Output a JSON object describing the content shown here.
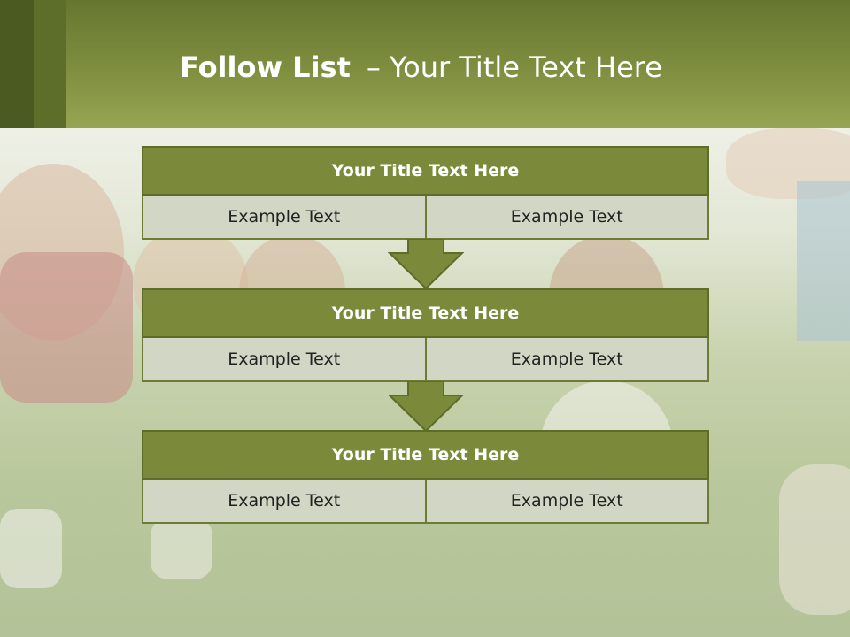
{
  "header": {
    "title_bold": "Follow List",
    "title_sep": "–",
    "title_rest": "Your Title Text Here"
  },
  "blocks": [
    {
      "title": "Your Title Text Here",
      "cells": [
        "Example Text",
        "Example Text"
      ]
    },
    {
      "title": "Your Title Text Here",
      "cells": [
        "Example Text",
        "Example Text"
      ]
    },
    {
      "title": "Your Title Text Here",
      "cells": [
        "Example Text",
        "Example Text"
      ]
    }
  ],
  "colors": {
    "accent": "#7a8a3a",
    "cell_bg": "#d2d6c4",
    "arrow": "#7a8a3a"
  }
}
